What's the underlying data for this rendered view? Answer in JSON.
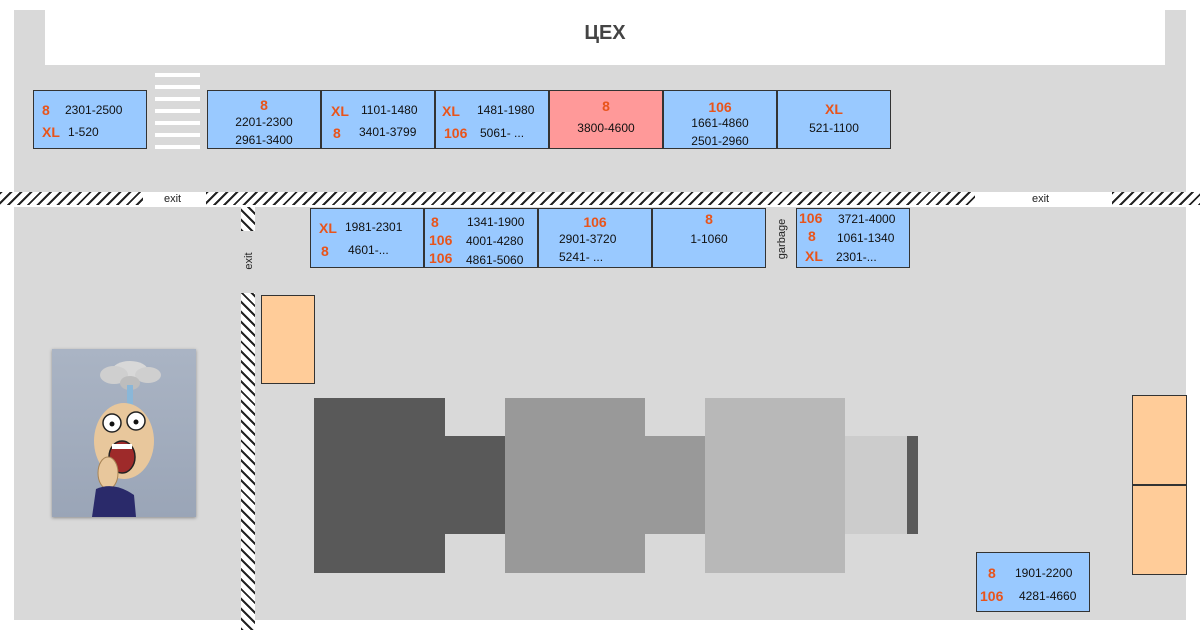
{
  "title": "ЦЕХ",
  "exits": [
    "exit",
    "exit",
    "exit"
  ],
  "garbage_label": "garbage",
  "top_row": [
    {
      "lines": [
        {
          "code": "8",
          "range": "2301-2500"
        },
        {
          "code": "XL",
          "range": "1-520"
        }
      ]
    },
    {
      "header": "8",
      "ranges": [
        "2201-2300",
        "2961-3400"
      ]
    },
    {
      "lines": [
        {
          "code": "XL",
          "range": "1101-1480"
        },
        {
          "code": "8",
          "range": "3401-3799"
        }
      ]
    },
    {
      "lines": [
        {
          "code": "XL",
          "range": "1481-1980"
        },
        {
          "code": "106",
          "range": "5061- ..."
        }
      ]
    },
    {
      "header": "8",
      "ranges": [
        "3800-4600"
      ],
      "highlight": "#ff9999"
    },
    {
      "header": "106",
      "ranges": [
        "1661-4860",
        "2501-2960"
      ]
    },
    {
      "header": "XL",
      "ranges": [
        "521-1100"
      ]
    }
  ],
  "second_row": [
    {
      "lines": [
        {
          "code": "XL",
          "range": "1981-2301"
        },
        {
          "code": "8",
          "range": "4601-..."
        }
      ]
    },
    {
      "lines": [
        {
          "code": "8",
          "range": "1341-1900"
        },
        {
          "code": "106",
          "range": "4001-4280"
        },
        {
          "code": "106",
          "range": "4861-5060"
        }
      ]
    },
    {
      "header": "106",
      "ranges": [
        "2901-3720",
        "5241- ..."
      ]
    },
    {
      "header": "8",
      "ranges": [
        "1-1060"
      ]
    },
    {
      "lines": [
        {
          "code": "106",
          "range": "3721-4000"
        },
        {
          "code": "8",
          "range": "1061-1340"
        },
        {
          "code": "XL",
          "range": "2301-..."
        }
      ]
    }
  ],
  "bottom_right": {
    "lines": [
      {
        "code": "8",
        "range": "1901-2200"
      },
      {
        "code": "106",
        "range": "4281-4660"
      }
    ]
  },
  "colors": {
    "box": "#99c9ff",
    "highlight": "#ff9999",
    "code": "#e8541b",
    "floor": "#d9d9d9",
    "orange_block": "#ffcc99"
  }
}
